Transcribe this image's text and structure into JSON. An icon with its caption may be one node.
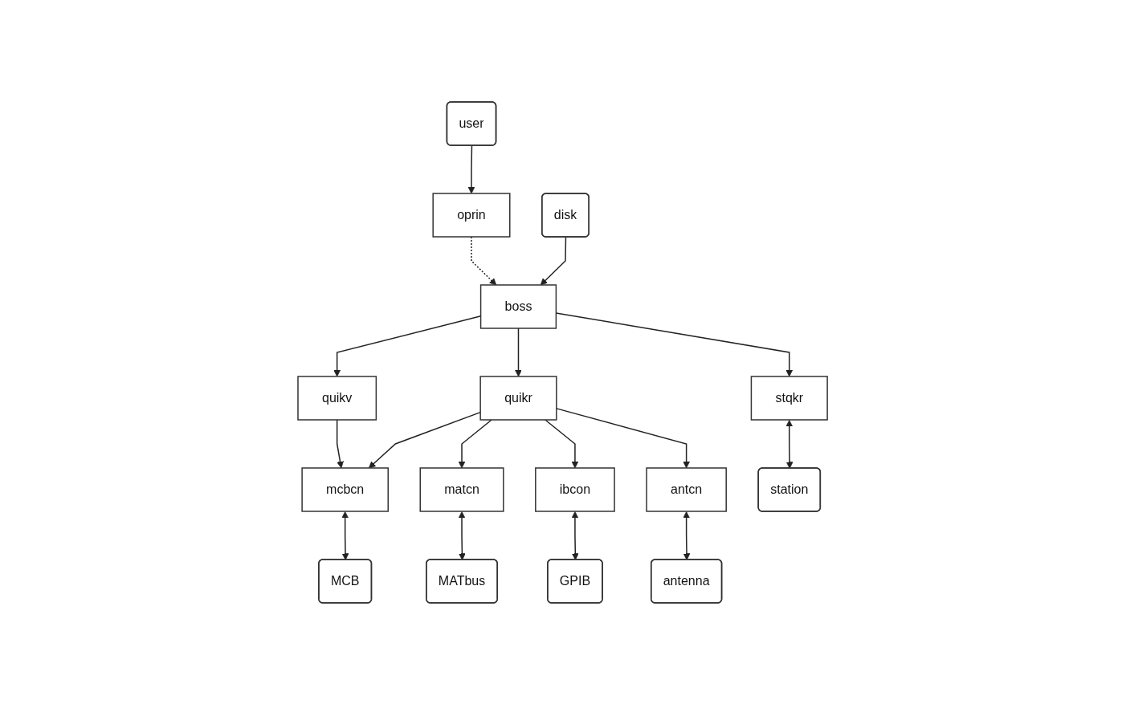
{
  "diagram": {
    "nodes": [
      {
        "text": [
          "user"
        ]
      },
      {
        "text": [
          "oprin"
        ]
      },
      {
        "text": [
          "boss"
        ]
      },
      {
        "text": [
          "disk"
        ]
      },
      {
        "text": [
          "quikv"
        ]
      },
      {
        "text": [
          "quikr"
        ]
      },
      {
        "text": [
          "stqkr"
        ]
      },
      {
        "text": [
          "mcbcn"
        ]
      },
      {
        "text": [
          "matcn"
        ]
      },
      {
        "text": [
          "ibcon"
        ]
      },
      {
        "text": [
          "antcn"
        ]
      },
      {
        "text": [
          "MCB"
        ]
      },
      {
        "text": [
          "MATbus"
        ]
      },
      {
        "text": [
          "GPIB"
        ]
      },
      {
        "text": [
          "antenna"
        ]
      },
      {
        "text": [
          "station"
        ]
      }
    ],
    "edges": [
      {
        "from": 0,
        "to": 1,
        "arrow": "to"
      },
      {
        "from": 1,
        "to": 2,
        "arrow": "to",
        "style": "dashed"
      },
      {
        "from": 3,
        "to": 2,
        "arrow": "to"
      },
      {
        "from": 2,
        "to": 4,
        "arrow": "to"
      },
      {
        "from": 2,
        "to": 5,
        "arrow": "to"
      },
      {
        "from": 2,
        "to": 6,
        "arrow": "to"
      },
      {
        "from": 4,
        "to": 7,
        "arrow": "to"
      },
      {
        "from": 5,
        "to": 7,
        "arrow": "to"
      },
      {
        "from": 5,
        "to": 8,
        "arrow": "to"
      },
      {
        "from": 5,
        "to": 9,
        "arrow": "to"
      },
      {
        "from": 5,
        "to": 10,
        "arrow": "to"
      },
      {
        "from": 7,
        "to": 11,
        "arrow": "both"
      },
      {
        "from": 8,
        "to": 12,
        "arrow": "both"
      },
      {
        "from": 9,
        "to": 13,
        "arrow": "both"
      },
      {
        "from": 10,
        "to": 14,
        "arrow": "both"
      },
      {
        "from": 6,
        "to": 15,
        "arrow": "both"
      }
    ]
  }
}
